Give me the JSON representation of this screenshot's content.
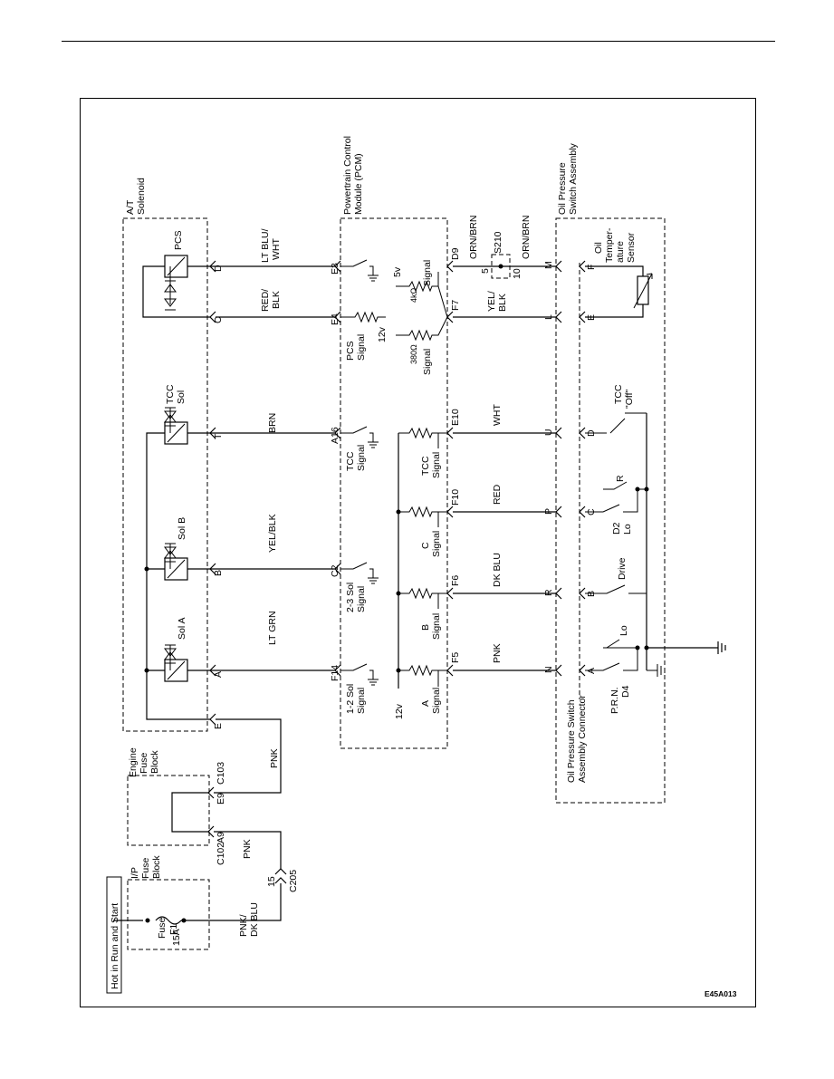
{
  "diagram": {
    "figure_ref": "E45A013",
    "blocks": {
      "hot": "Hot in Run and Start",
      "ip_fuse_block": [
        "I/P",
        "Fuse",
        "Block"
      ],
      "fuse_amp": "15A",
      "fuse_name": [
        "Fuse",
        "F1"
      ],
      "engine_fuse_block": [
        "Engine",
        "Fuse",
        "Block"
      ],
      "at_solenoid": [
        "A/T",
        "Solenoid"
      ],
      "pcm": [
        "Powertrain Control",
        "Module (PCM)"
      ],
      "ops_assembly": [
        "Oil Pressure",
        "Switch Assembly"
      ],
      "ops_connector": [
        "Oil Pressure Switch",
        "Assembly Connector"
      ]
    },
    "connectors": {
      "c205_pin": "15",
      "c205": "C205",
      "c102": "C102",
      "a9": "A9",
      "e9": "E9",
      "c103": "C103",
      "solenoid_pins": [
        "E",
        "A",
        "B",
        "T",
        "C",
        "D"
      ],
      "pcm_top_pins": [
        "F14",
        "C2",
        "A16",
        "E4",
        "E3"
      ],
      "pcm_bottom_pins": [
        "F5",
        "F6",
        "F10",
        "E10",
        "F7",
        "D9"
      ],
      "ops_pins": [
        "N",
        "R",
        "P",
        "U",
        "L",
        "M"
      ],
      "ops_switch_pins": [
        "A",
        "B",
        "C",
        "D",
        "E",
        "F"
      ],
      "splice": "S210",
      "splice_pins": [
        "5",
        "10"
      ]
    },
    "wires": {
      "pnk_dkblu": [
        "PNK/",
        "DK BLU"
      ],
      "pnk_1": "PNK",
      "pnk_2": "PNK",
      "pnk_3": "PNK",
      "lt_grn": "LT GRN",
      "yel_blk": "YEL/BLK",
      "brn": "BRN",
      "red_blk": [
        "RED/",
        "BLK"
      ],
      "lt_blu_wht": [
        "LT BLU/",
        "WHT"
      ],
      "dk_blu": "DK BLU",
      "red": "RED",
      "wht": "WHT",
      "yel_blk2": [
        "YEL/",
        "BLK"
      ],
      "orn_brn_1": "ORN/BRN",
      "orn_brn_2": "ORN/BRN"
    },
    "components": {
      "sol_a": "Sol A",
      "sol_b": "Sol B",
      "tcc_sol": [
        "TCC",
        "Sol"
      ],
      "pcs": "PCS",
      "sig_12sol": [
        "1-2 Sol",
        "Signal"
      ],
      "sig_23sol": [
        "2-3 Sol",
        "Signal"
      ],
      "sig_tcc": [
        "TCC",
        "Signal"
      ],
      "sig_pcs": [
        "PCS",
        "Signal"
      ],
      "v12": "12v",
      "v12b": "12v",
      "v5": "5v",
      "r_4k": "4kΩ",
      "r_380": "380Ω",
      "sig_in_a": [
        "A",
        "Signal"
      ],
      "sig_in_b": [
        "B",
        "Signal"
      ],
      "sig_in_c": [
        "C",
        "Signal"
      ],
      "sig_in_tcc": [
        "TCC",
        "Signal"
      ],
      "sig_temp": "Signal",
      "sig_temp2": "Signal",
      "sw_prnd4": [
        "P.R.N.",
        "D4"
      ],
      "sw_lo": "Lo",
      "sw_drive": "Drive",
      "sw_d2lo": [
        "D2",
        "Lo"
      ],
      "sw_r": "R",
      "sw_tcc_off": [
        "TCC",
        "\"Off\""
      ],
      "temp_sensor": [
        "Oil",
        "Temper-",
        "ature",
        "Sensor"
      ]
    }
  }
}
